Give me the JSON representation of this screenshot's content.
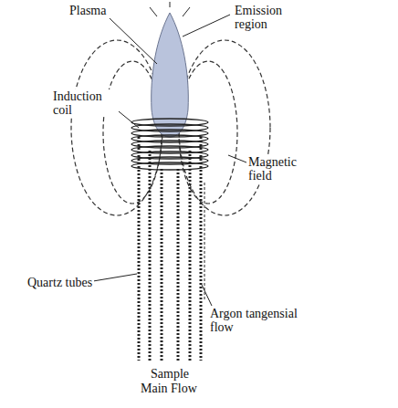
{
  "diagram": {
    "labels": [
      "Plasma",
      "Emission region",
      "Induction coil",
      "Magnetic field",
      "Quartz tubes",
      "Argon tangensial flow",
      "Sample",
      "Main Flow"
    ]
  }
}
